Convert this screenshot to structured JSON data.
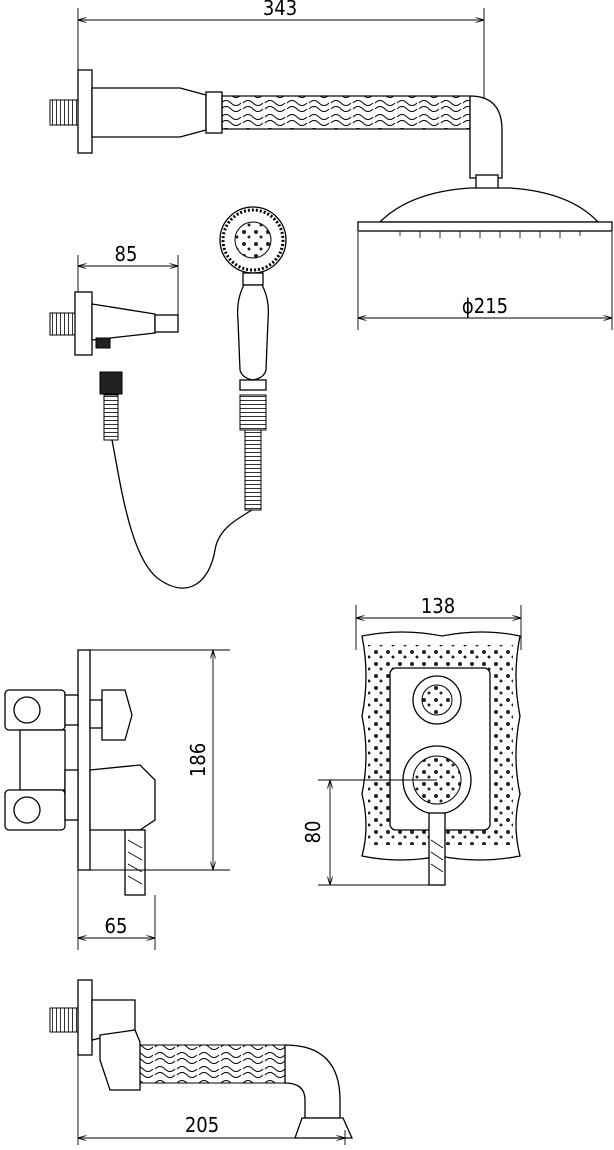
{
  "drawing": {
    "title": "Shower set technical drawing",
    "dimensions": {
      "shower_arm_length": "343",
      "holder_length": "85",
      "head_diameter": "ϕ215",
      "plate_width": "138",
      "plate_height": "186",
      "lever_offset": "80",
      "valve_depth": "65",
      "spout_length": "205"
    }
  }
}
